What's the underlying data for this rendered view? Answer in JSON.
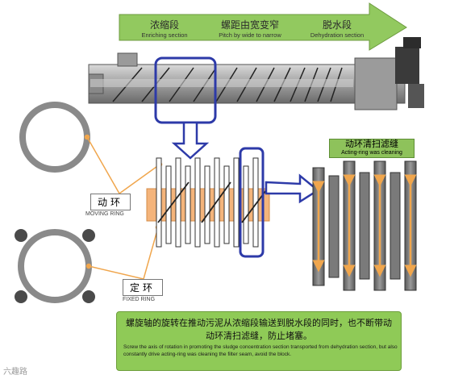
{
  "top_arrow": {
    "sections": [
      {
        "zh": "浓缩段",
        "en": "Enriching section"
      },
      {
        "zh": "螺距由宽变窄",
        "en": "Pitch by wide to narrow"
      },
      {
        "zh": "脱水段",
        "en": "Dehydration section"
      }
    ]
  },
  "moving_ring": {
    "zh": "动环",
    "en": "MOVING RING"
  },
  "fixed_ring": {
    "zh": "定环",
    "en": "FIXED RING"
  },
  "cleaning": {
    "zh": "动环清扫滤缝",
    "en": "Acting-ring was cleaning"
  },
  "note": {
    "zh": "螺旋轴的旋转在推动污泥从浓缩段输送到脱水段的同时，也不断带动动环清扫滤缝，防止堵塞。",
    "en": "Screw the axis of rotation in promoting the sludge concentration section transported from dehydration section, but also constantly drive acting-ring was cleaning the filter seam, avoid the block."
  },
  "watermark": "六趣路",
  "colors": {
    "arrow_green": "#92c95f",
    "highlight_blue": "#2d3aa8",
    "orange": "#f0a64d",
    "ring_gray": "#8a8a8a"
  }
}
